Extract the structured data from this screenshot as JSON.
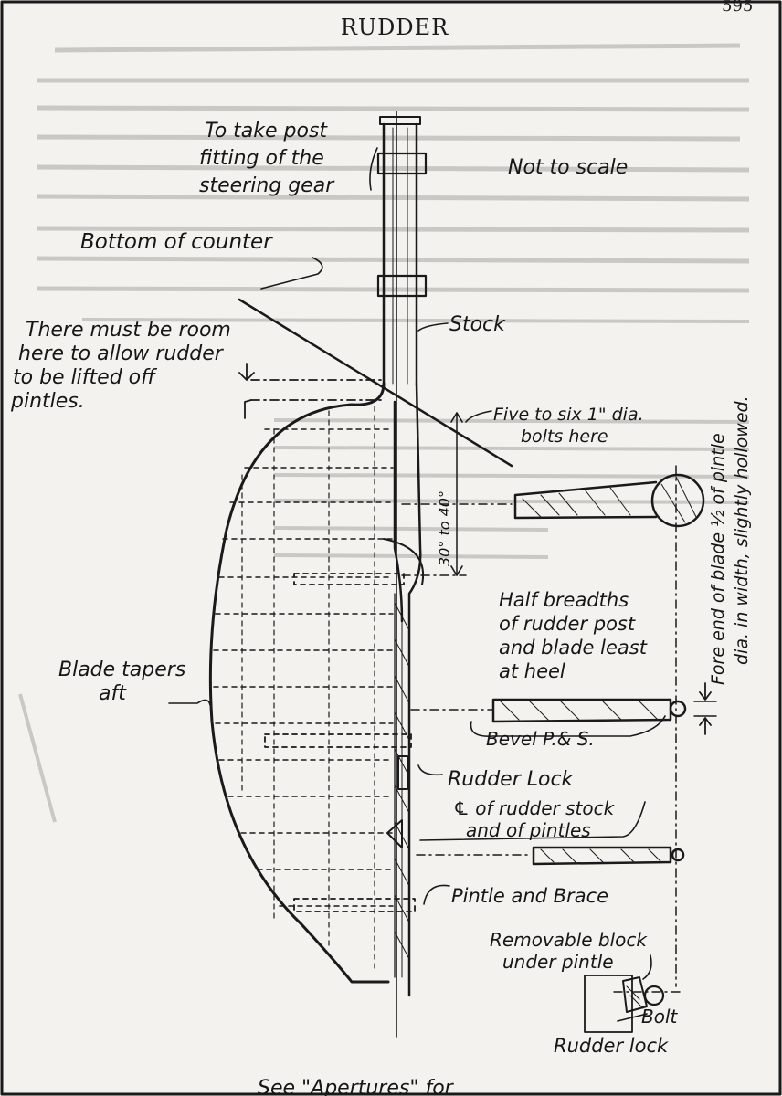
{
  "page": {
    "title": "RUDDER",
    "page_number": "595",
    "footer_text": "See \"Apertures\" for"
  },
  "labels": {
    "post_fitting": [
      "To take post",
      "fitting of the",
      "steering gear"
    ],
    "not_to_scale": "Not to scale",
    "bottom_of_counter": "Bottom of counter",
    "room_note": [
      "There must be room",
      "here to allow rudder",
      "to be lifted off",
      "pintles."
    ],
    "stock": "Stock",
    "bolts": [
      "Five to six 1\" dia.",
      "bolts here"
    ],
    "angle": "30° to 40°",
    "half_breadths": [
      "Half breadths",
      "of rudder post",
      "and blade least",
      "at heel"
    ],
    "blade_tapers": [
      "Blade tapers",
      "aft"
    ],
    "bevel": "Bevel P.& S.",
    "rudder_lock": "Rudder Lock",
    "centerline": [
      "℄ of rudder stock",
      "and of pintles"
    ],
    "pintle_brace": "Pintle and Brace",
    "removable_block": [
      "Removable block",
      "under pintle"
    ],
    "bolt": "Bolt",
    "rudder_lock_small": "Rudder lock",
    "fore_end": [
      "Fore end of blade ½ of pintle",
      "dia. in width, slightly hollowed."
    ]
  },
  "colors": {
    "paper": "#f3f2ee",
    "ink": "#1a1a1a",
    "bleed": "#c9c8c4"
  }
}
